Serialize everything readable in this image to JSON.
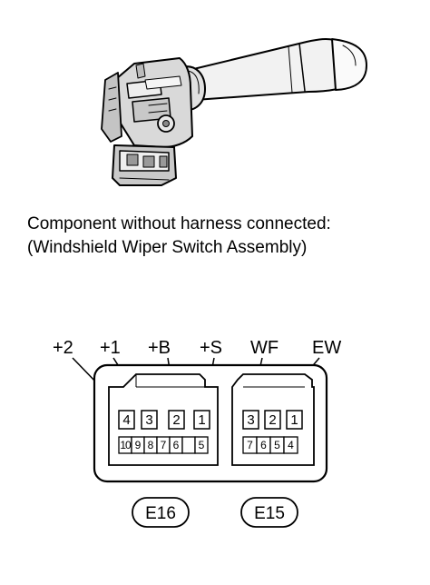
{
  "caption": {
    "line1": "Component without harness connected:",
    "line2": "(Windshield Wiper Switch Assembly)"
  },
  "terminals": {
    "plus2": "+2",
    "plus1": "+1",
    "plusB": "+B",
    "plusS": "+S",
    "wf": "WF",
    "ew": "EW"
  },
  "connectors": {
    "e16": {
      "id": "E16",
      "top_pins": [
        "4",
        "3",
        "2",
        "1"
      ],
      "bottom_pins": [
        "10",
        "9",
        "8",
        "7",
        "6",
        "5"
      ]
    },
    "e15": {
      "id": "E15",
      "top_pins": [
        "3",
        "2",
        "1"
      ],
      "bottom_pins": [
        "7",
        "6",
        "5",
        "4"
      ]
    }
  }
}
